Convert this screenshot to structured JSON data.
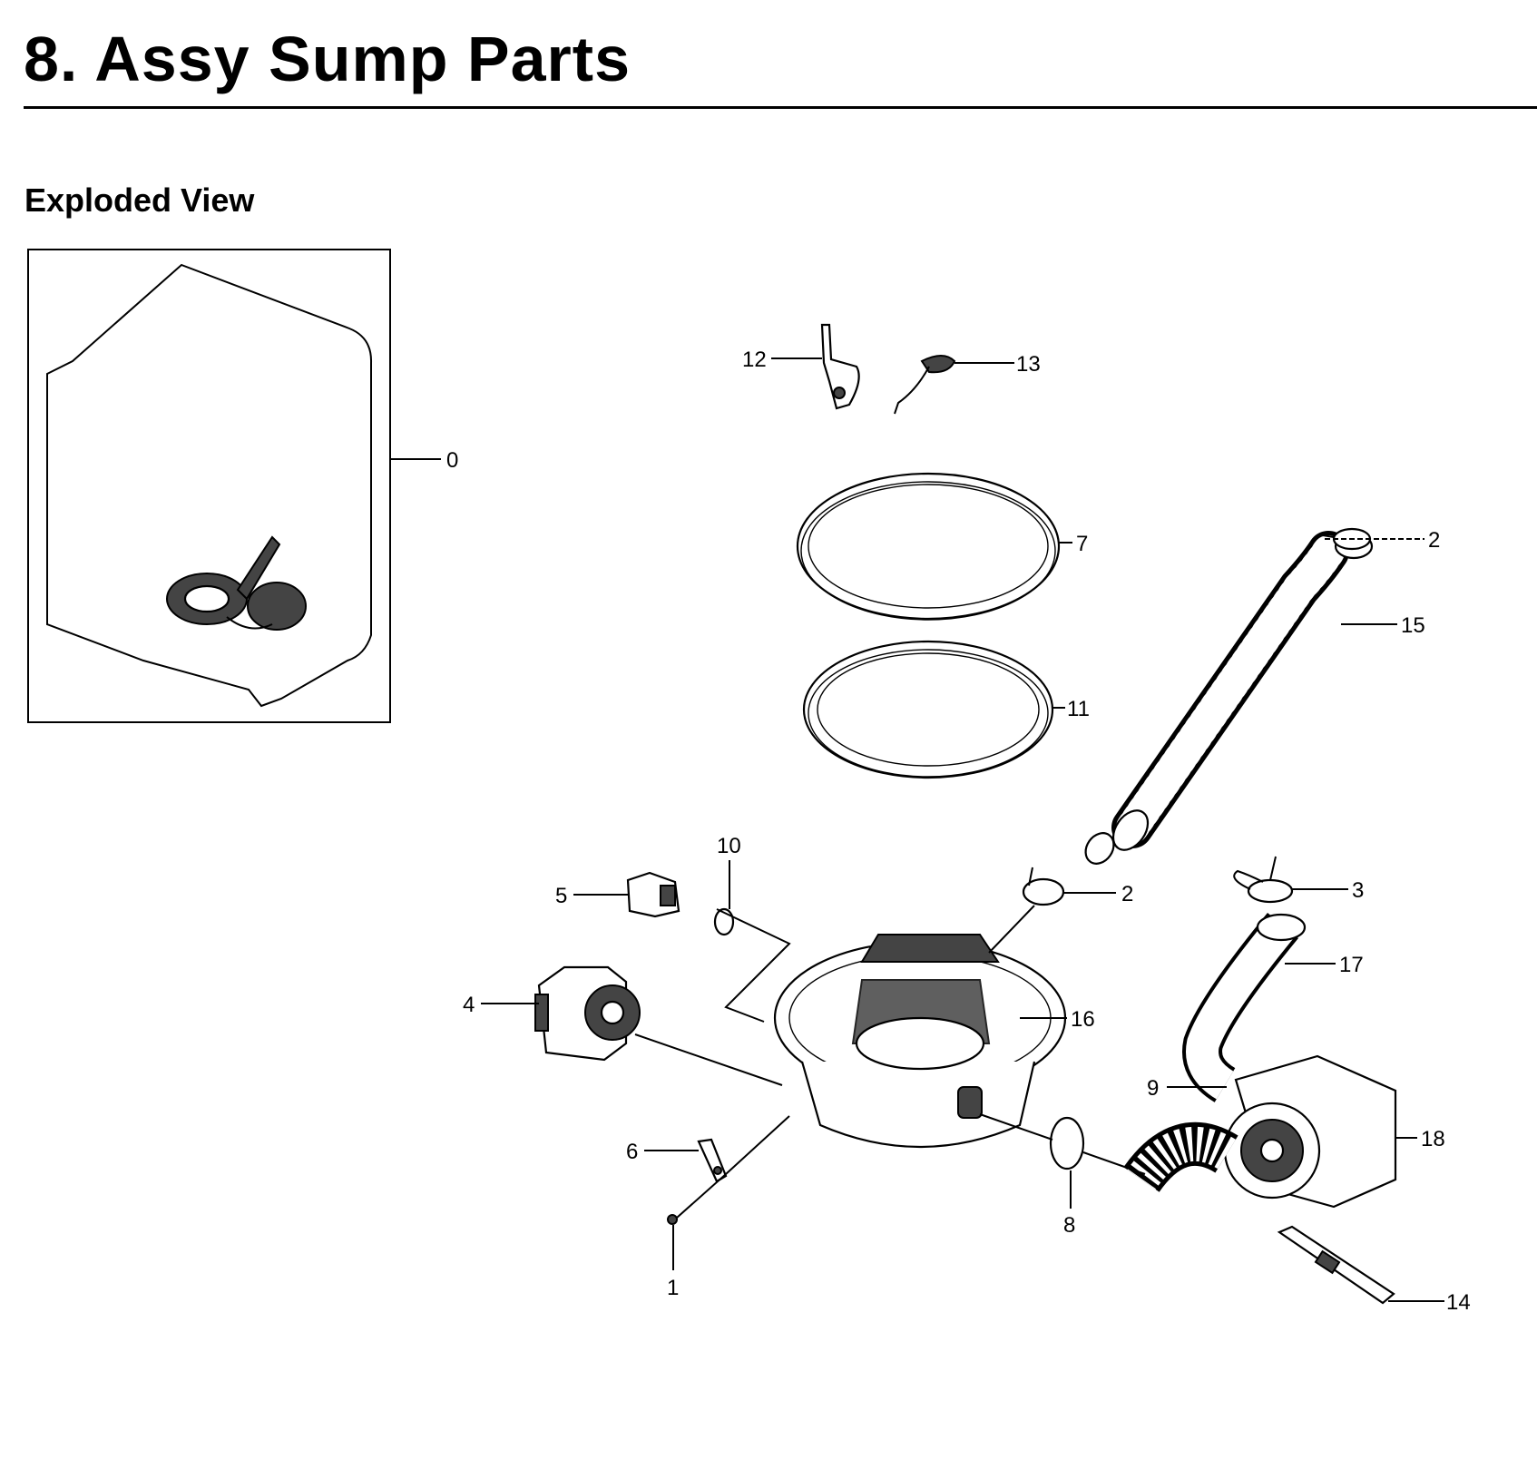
{
  "header": {
    "title": "8.  Assy Sump Parts",
    "subtitle": "Exploded View"
  },
  "callouts": [
    "0",
    "1",
    "2",
    "2",
    "3",
    "4",
    "5",
    "6",
    "7",
    "8",
    "9",
    "10",
    "11",
    "12",
    "13",
    "14",
    "15",
    "16",
    "17",
    "18"
  ]
}
